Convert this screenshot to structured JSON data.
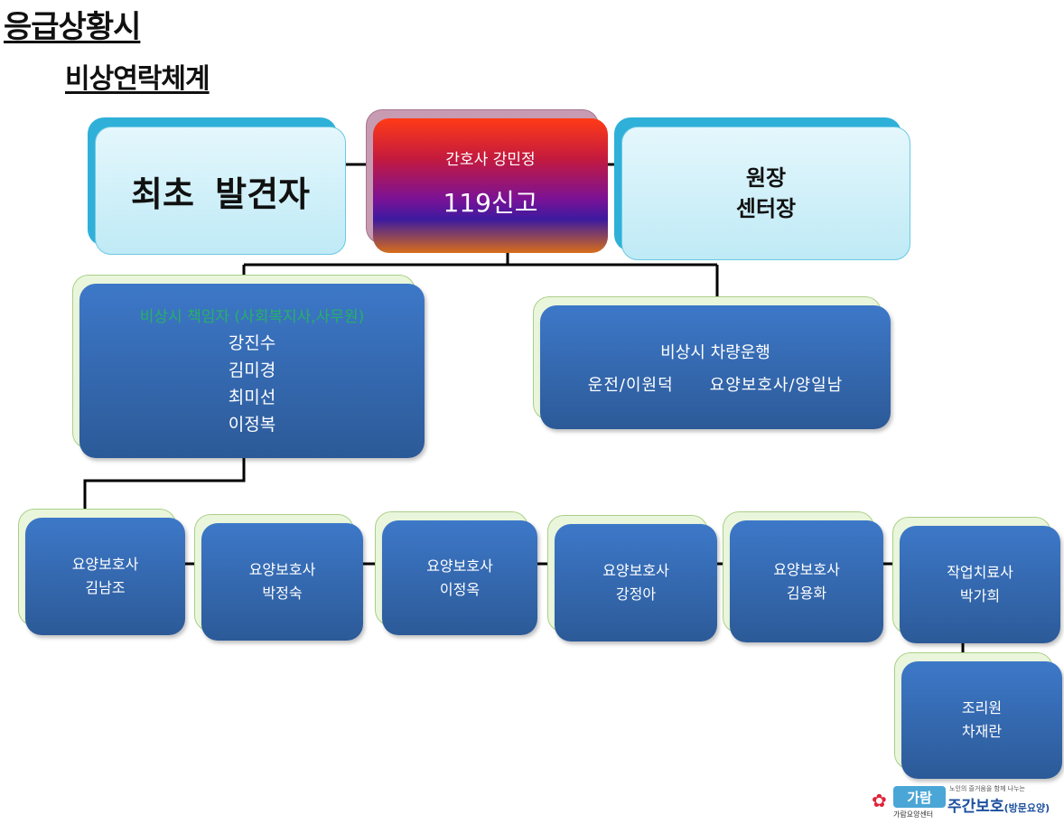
{
  "heading": {
    "main": "응급상황시",
    "sub": "비상연락체계"
  },
  "first_finder": {
    "label": "최초 발견자"
  },
  "nurse": {
    "line1": "간호사 강민정",
    "line2": "119신고"
  },
  "director": {
    "line1": "원장",
    "line2": "센터장"
  },
  "emergency_officer": {
    "header": "비상시 책임자 (사회복지사,사무원)",
    "names": [
      "강진수",
      "김미경",
      "최미선",
      "이정복"
    ]
  },
  "vehicle": {
    "title": "비상시 차량운행",
    "driver": "운전/이원덕",
    "caregiver": "요양보호사/양일남"
  },
  "workers": [
    {
      "role": "요양보호사",
      "name": "김남조"
    },
    {
      "role": "요양보호사",
      "name": "박정숙"
    },
    {
      "role": "요양보호사",
      "name": "이정옥"
    },
    {
      "role": "요양보호사",
      "name": "강정아"
    },
    {
      "role": "요양보호사",
      "name": "김용화"
    },
    {
      "role": "작업치료사",
      "name": "박가희"
    },
    {
      "role": "조리원",
      "name": "차재란"
    }
  ],
  "logo": {
    "mark": "가람",
    "center_name": "가람요양센터",
    "slogan": "노인의 즐거움을 함께 나누는",
    "service": "주간보호",
    "service_sub": "(방문요양)"
  },
  "colors": {
    "node_blue": "#3d78c8",
    "node_cyan": "#bfeaf6",
    "header_green": "#27b067",
    "connector": "#000000"
  }
}
